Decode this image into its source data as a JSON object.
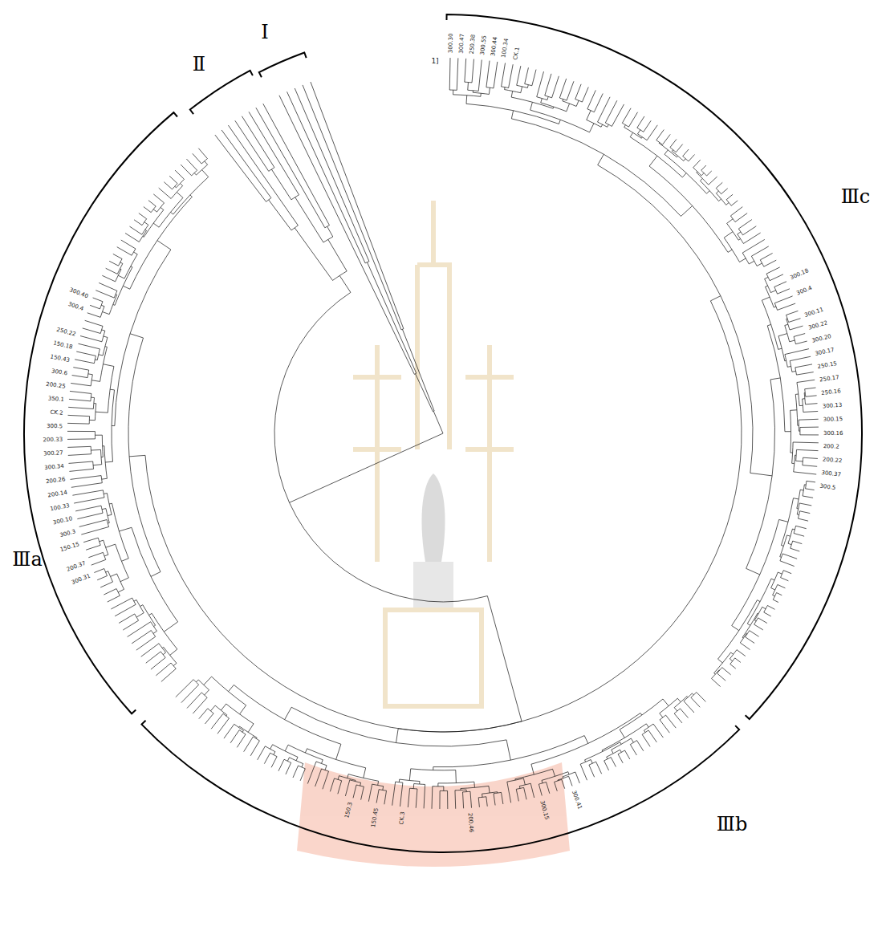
{
  "diagram": {
    "labels": [
      "Ⅰ",
      "Ⅱ",
      "Ⅲa",
      "Ⅲb",
      "Ⅲc",
      "1]",
      "300.30",
      "300.47",
      "250.38",
      "300.55",
      "300.44",
      "100.34",
      "CK.1",
      "300.18",
      "300.4",
      "300.11",
      "300.22",
      "300.20",
      "300.17",
      "250.15",
      "250.17",
      "250.16",
      "300.13",
      "300.15",
      "300.16",
      "200.2",
      "200.22",
      "300.37",
      "300.5",
      "300.41",
      "300.15",
      "200.46",
      "CK.3",
      "150.45",
      "150.3",
      "300.31",
      "200.37",
      "150.15",
      "300.3",
      "300.10",
      "100.33",
      "200.14",
      "200.26",
      "300.34",
      "300.27",
      "200.33",
      "300.5",
      "CK.2",
      "350.1",
      "200.25",
      "300.6",
      "150.43",
      "150.18",
      "250.22",
      "300.4",
      "300.40"
    ]
  }
}
